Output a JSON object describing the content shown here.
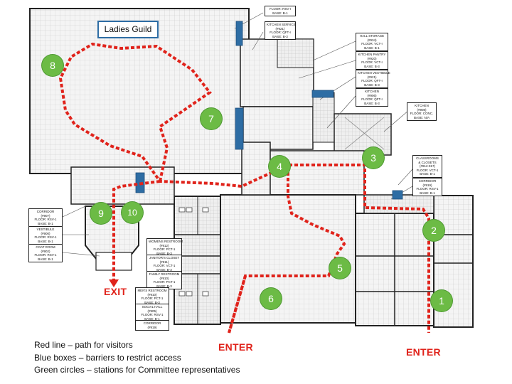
{
  "title": "Ladies Guild",
  "stations": [
    {
      "number": "1"
    },
    {
      "number": "2"
    },
    {
      "number": "3"
    },
    {
      "number": "4"
    },
    {
      "number": "5"
    },
    {
      "number": "6"
    },
    {
      "number": "7"
    },
    {
      "number": "8"
    },
    {
      "number": "9"
    },
    {
      "number": "10"
    }
  ],
  "labels": {
    "exit": "EXIT",
    "enter_center": "ENTER",
    "enter_right": "ENTER"
  },
  "legend": {
    "red_line": "Red line – path for visitors",
    "blue_boxes": "Blue boxes – barriers to restrict access",
    "green_circles": "Green circles – stations for Committee representatives"
  },
  "room_tags": [
    {
      "lines": [
        "FLOOR: RSV-I",
        "BASE: B-1"
      ]
    },
    {
      "lines": [
        "KITCHEN SERVICE",
        "(#921)",
        "FLOOR: QFT-I",
        "BASE: B-3"
      ]
    },
    {
      "lines": [
        "HALL STORAGE",
        "(#934)",
        "FLOOR: VCT-I",
        "BASE: B-1"
      ]
    },
    {
      "lines": [
        "KITCHEN PANTRY",
        "(#920)",
        "FLOOR: VCT-I",
        "BASE: B-3"
      ]
    },
    {
      "lines": [
        "KITCHEN VESTIBULE",
        "(#921)",
        "FLOOR: QFT-I",
        "BASE: B-3"
      ]
    },
    {
      "lines": [
        "KITCHEN",
        "(#906)",
        "FLOOR: QFT-I",
        "BASE: B-3"
      ]
    },
    {
      "lines": [
        "KITCHEN",
        "(#908)",
        "FLOOR: CONC.",
        "BASE: N/A"
      ]
    },
    {
      "lines": [
        "CLASSROOMS",
        "& CLOSETS",
        "(#912-917)",
        "FLOOR: VCT-1",
        "BASE: B-1"
      ]
    },
    {
      "lines": [
        "CORRIDOR",
        "(#919)",
        "FLOOR: RSV-1",
        "BASE: B-1"
      ]
    },
    {
      "lines": [
        "CORRIDOR",
        "(#907)",
        "FLOOR: RSV-1",
        "BASE: B-1"
      ]
    },
    {
      "lines": [
        "VESTIBULE",
        "(#900)",
        "FLOOR: RSV-1",
        "BASE: B-1"
      ]
    },
    {
      "lines": [
        "COAT ROOM",
        "(#902)",
        "FLOOR: RSV-1",
        "BASE: B-1"
      ]
    },
    {
      "lines": [
        "WOMENS RESTROOM",
        "(#912)",
        "FLOOR: PCT-1",
        "BASE: B-3"
      ]
    },
    {
      "lines": [
        "JANITOR'S CLOSET",
        "(#911)",
        "FLOOR: VCT-1",
        "BASE: B-3"
      ]
    },
    {
      "lines": [
        "FAMILY RESTROOM",
        "(#910)",
        "FLOOR: PCT-1",
        "BASE: B-3"
      ]
    },
    {
      "lines": [
        "MEN'S RESTROOM",
        "(#910)",
        "FLOOR: PCT-1",
        "BASE: B-3"
      ]
    },
    {
      "lines": [
        "SOCIAL HALL",
        "(#905)",
        "FLOOR: RSV-1",
        "BASE: B-1"
      ]
    },
    {
      "lines": [
        "CORRIDOR",
        "(#919)"
      ]
    }
  ],
  "colors": {
    "path": "#e0231b",
    "barrier": "#2e6da4",
    "station": "#6cbb45",
    "wall": "#222222"
  }
}
